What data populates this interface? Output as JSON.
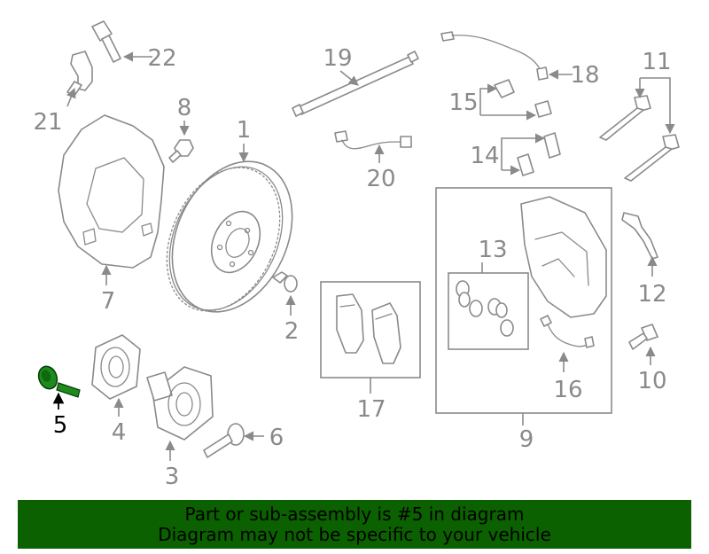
{
  "labels": {
    "l1": "1",
    "l2": "2",
    "l3": "3",
    "l4": "4",
    "l5": "5",
    "l6": "6",
    "l7": "7",
    "l8": "8",
    "l9": "9",
    "l10": "10",
    "l11": "11",
    "l12": "12",
    "l13": "13",
    "l14": "14",
    "l15": "15",
    "l16": "16",
    "l17": "17",
    "l18": "18",
    "l19": "19",
    "l20": "20",
    "l21": "21",
    "l22": "22"
  },
  "highlighted_part": "5",
  "colors": {
    "highlight": "#1c8c1c",
    "banner": "#0b6100",
    "line": "#8a8a8a"
  },
  "banner": {
    "line1": "Part or sub-assembly is #5 in diagram",
    "line2": "Diagram may not be specific to your vehicle"
  }
}
